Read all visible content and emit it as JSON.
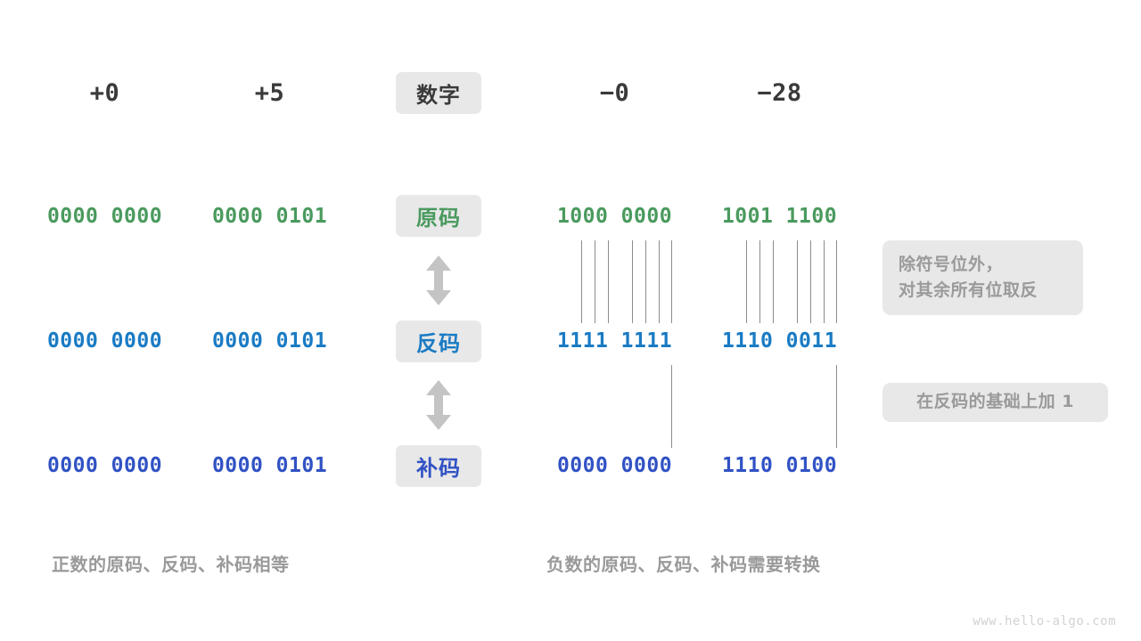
{
  "diagram": {
    "title_chip": "数字",
    "watermark": "www.hello-algo.com",
    "colors": {
      "sign_magnitude": "#4a9a5e",
      "ones_complement": "#1a7bc4",
      "twos_complement": "#3152c4",
      "chip_bg": "#e8e8e8",
      "muted_text": "#9a9a9a",
      "heading_text": "#3a3a3a",
      "tick_line": "#8c8c8c",
      "arrow": "#c4c4c4"
    },
    "columns": [
      {
        "key": "pos_zero",
        "header": "+0"
      },
      {
        "key": "pos_five",
        "header": "+5"
      },
      {
        "key": "neg_zero",
        "header": "−0"
      },
      {
        "key": "neg_twentyeight",
        "header": "−28"
      }
    ],
    "rows": [
      {
        "key": "sign_magnitude",
        "label": "原码",
        "color": "#4a9a5e",
        "values": {
          "pos_zero": "0000 0000",
          "pos_five": "0000 0101",
          "neg_zero": "1000 0000",
          "neg_twentyeight": "1001 1100"
        }
      },
      {
        "key": "ones_complement",
        "label": "反码",
        "color": "#1a7bc4",
        "values": {
          "pos_zero": "0000 0000",
          "pos_five": "0000 0101",
          "neg_zero": "1111 1111",
          "neg_twentyeight": "1110 0011"
        }
      },
      {
        "key": "twos_complement",
        "label": "补码",
        "color": "#3152c4",
        "values": {
          "pos_zero": "0000 0000",
          "pos_five": "0000 0101",
          "neg_zero": "0000 0000",
          "neg_twentyeight": "1110 0100"
        }
      }
    ],
    "callouts": [
      {
        "key": "invert_bits",
        "line1": "除符号位外，",
        "line2": "对其余所有位取反"
      },
      {
        "key": "add_one",
        "line1": "在反码的基础上加  1",
        "line2": ""
      }
    ],
    "captions": {
      "positive": "正数的原码、反码、补码相等",
      "negative": "负数的原码、反码、补码需要转换"
    },
    "arrows": {
      "upper": "double-vertical-arrow",
      "lower": "double-vertical-arrow"
    }
  }
}
